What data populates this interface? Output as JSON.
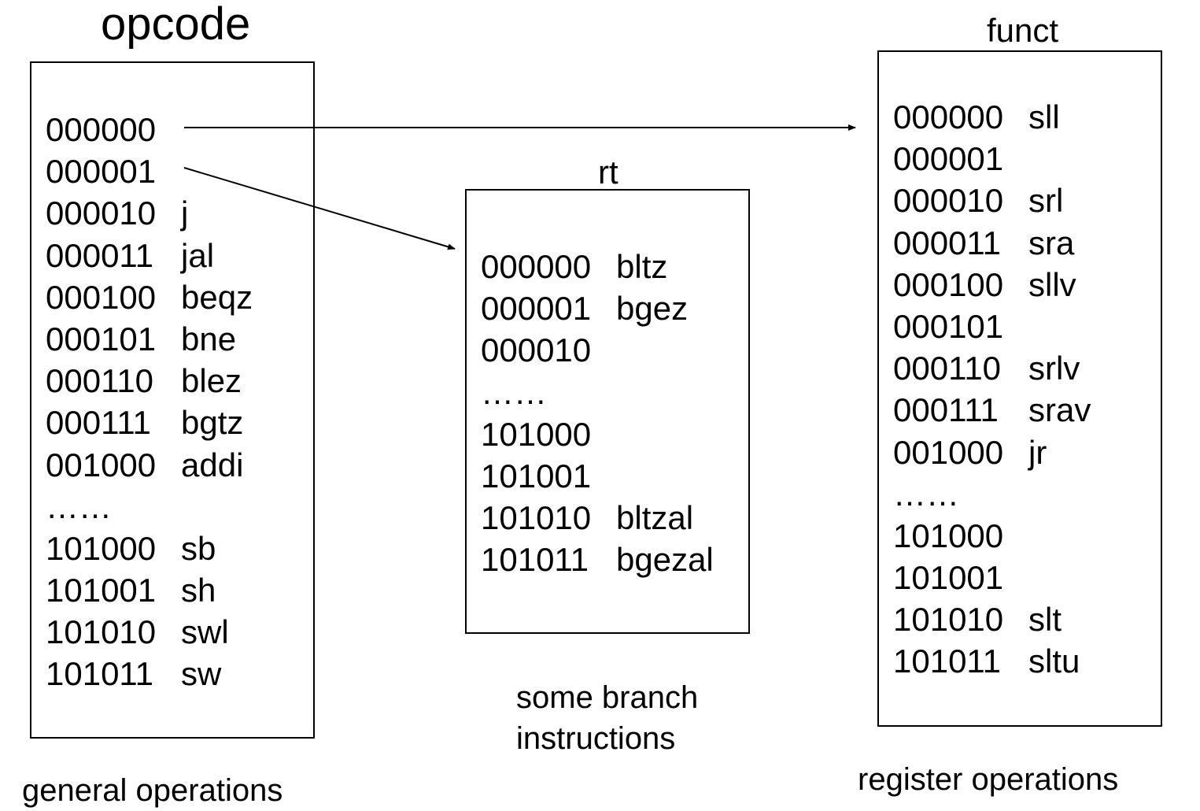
{
  "opcode": {
    "title": "opcode",
    "caption": "general operations",
    "entries": [
      {
        "code": "000000",
        "mnemonic": ""
      },
      {
        "code": "000001",
        "mnemonic": ""
      },
      {
        "code": "000010",
        "mnemonic": "j"
      },
      {
        "code": "000011",
        "mnemonic": "jal"
      },
      {
        "code": "000100",
        "mnemonic": "beqz"
      },
      {
        "code": "000101",
        "mnemonic": "bne"
      },
      {
        "code": "000110",
        "mnemonic": "blez"
      },
      {
        "code": "000111",
        "mnemonic": "bgtz"
      },
      {
        "code": "001000",
        "mnemonic": "addi"
      },
      {
        "code": "……",
        "mnemonic": ""
      },
      {
        "code": "101000",
        "mnemonic": "sb"
      },
      {
        "code": "101001",
        "mnemonic": "sh"
      },
      {
        "code": "101010",
        "mnemonic": "swl"
      },
      {
        "code": "101011",
        "mnemonic": "sw"
      }
    ]
  },
  "rt": {
    "title": "rt",
    "caption_line1": "some branch",
    "caption_line2": "instructions",
    "entries": [
      {
        "code": "000000",
        "mnemonic": "bltz"
      },
      {
        "code": "000001",
        "mnemonic": "bgez"
      },
      {
        "code": "000010",
        "mnemonic": ""
      },
      {
        "code": "……",
        "mnemonic": ""
      },
      {
        "code": "101000",
        "mnemonic": ""
      },
      {
        "code": "101001",
        "mnemonic": ""
      },
      {
        "code": "101010",
        "mnemonic": "bltzal"
      },
      {
        "code": "101011",
        "mnemonic": "bgezal"
      }
    ]
  },
  "funct": {
    "title": "funct",
    "caption": "register operations",
    "entries": [
      {
        "code": "000000",
        "mnemonic": "sll"
      },
      {
        "code": "000001",
        "mnemonic": ""
      },
      {
        "code": "000010",
        "mnemonic": "srl"
      },
      {
        "code": "000011",
        "mnemonic": "sra"
      },
      {
        "code": "000100",
        "mnemonic": "sllv"
      },
      {
        "code": "000101",
        "mnemonic": ""
      },
      {
        "code": "000110",
        "mnemonic": "srlv"
      },
      {
        "code": "000111",
        "mnemonic": "srav"
      },
      {
        "code": "001000",
        "mnemonic": "jr"
      },
      {
        "code": "……",
        "mnemonic": ""
      },
      {
        "code": "101000",
        "mnemonic": ""
      },
      {
        "code": "101001",
        "mnemonic": ""
      },
      {
        "code": "101010",
        "mnemonic": "slt"
      },
      {
        "code": "101011",
        "mnemonic": "sltu"
      }
    ]
  }
}
